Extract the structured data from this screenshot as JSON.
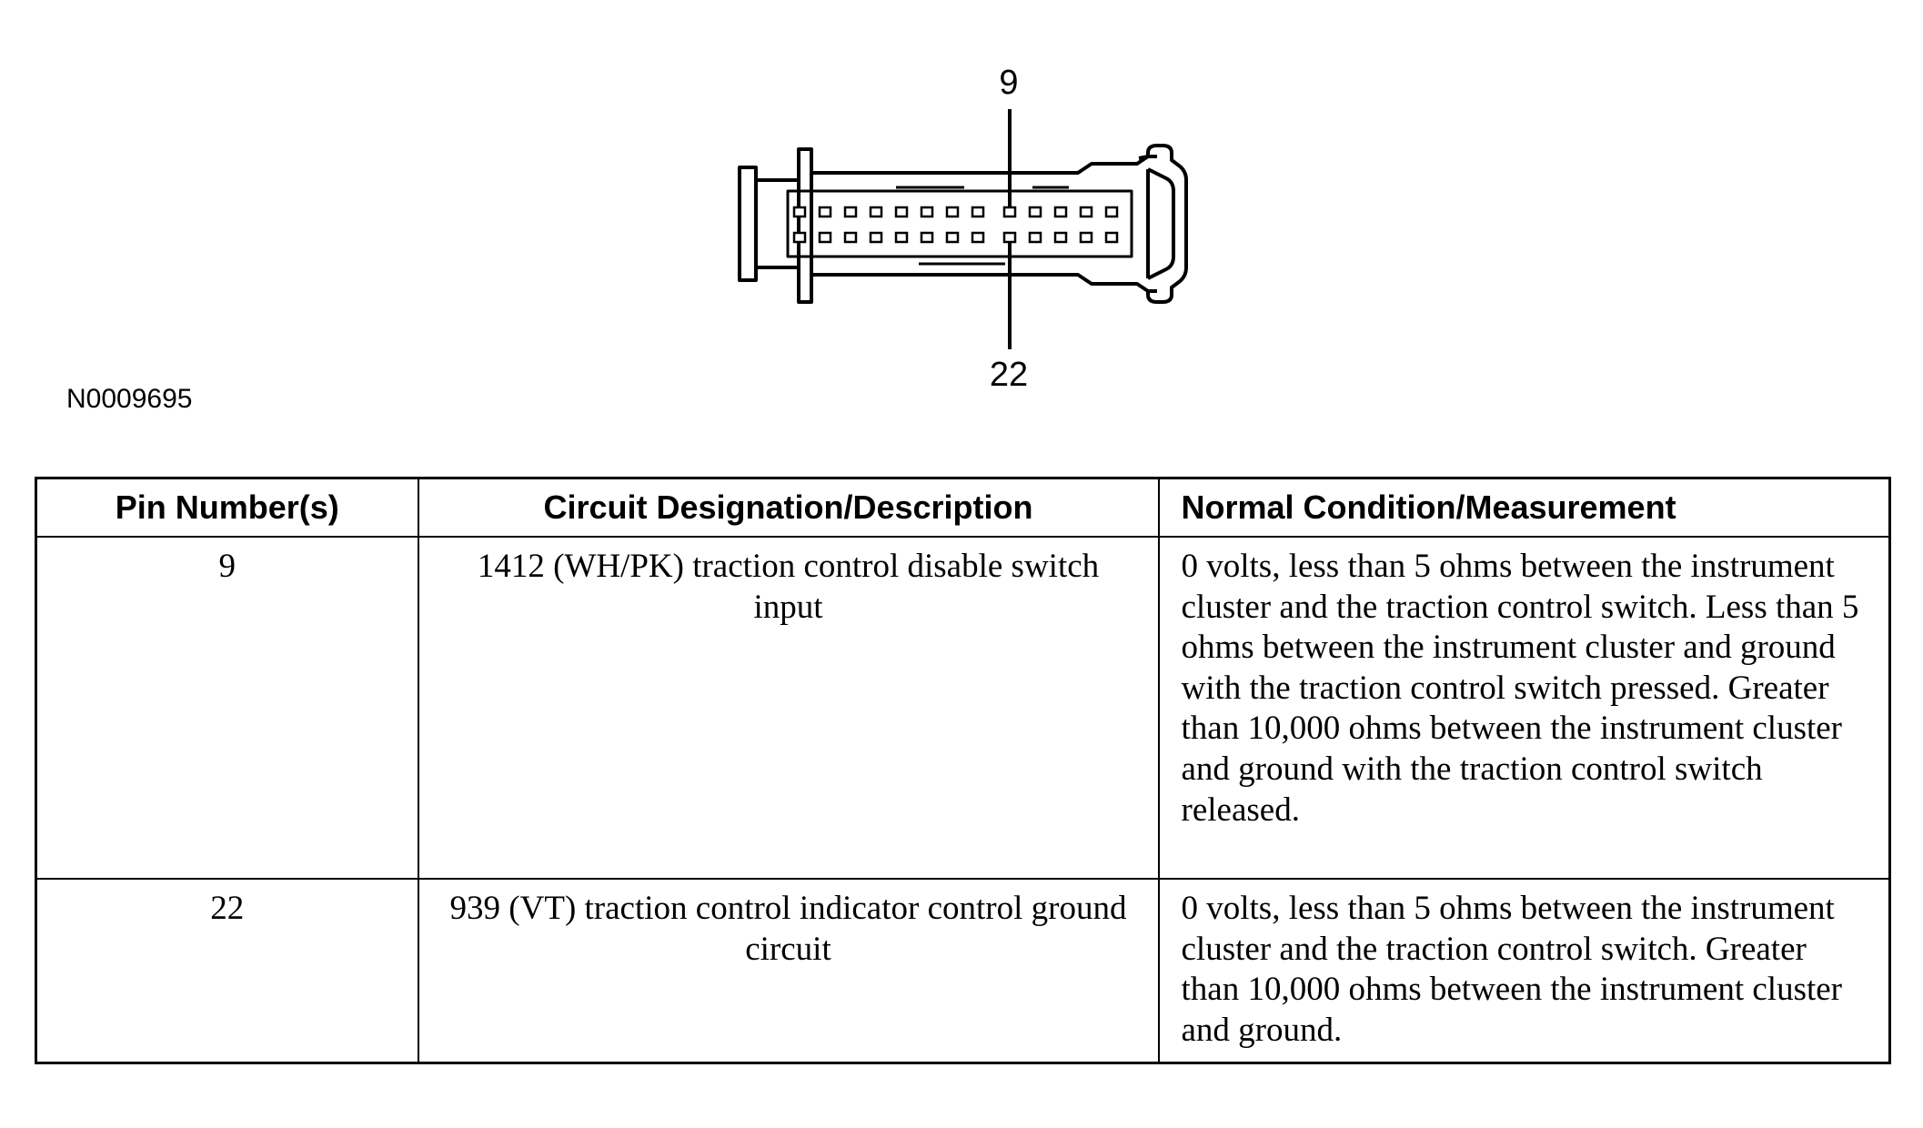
{
  "diagram": {
    "callout_top": "9",
    "callout_bottom": "22",
    "figure_id": "N0009695"
  },
  "table": {
    "headers": {
      "pin": "Pin Number(s)",
      "description": "Circuit Designation/Description",
      "measurement": "Normal Condition/Measurement"
    },
    "rows": [
      {
        "pin": "9",
        "description": "1412 (WH/PK) traction control disable switch input",
        "measurement": "0 volts, less than 5 ohms between the instrument cluster and the traction control switch. Less than 5 ohms between the instrument cluster and ground with the traction control switch pressed. Greater than 10,000 ohms between the instrument cluster and ground with the traction control switch released."
      },
      {
        "pin": "22",
        "description": "939 (VT) traction control indicator control ground circuit",
        "measurement": "0 volts, less than 5 ohms between the instrument cluster and the traction control switch. Greater than 10,000 ohms between the instrument cluster and ground."
      }
    ]
  }
}
